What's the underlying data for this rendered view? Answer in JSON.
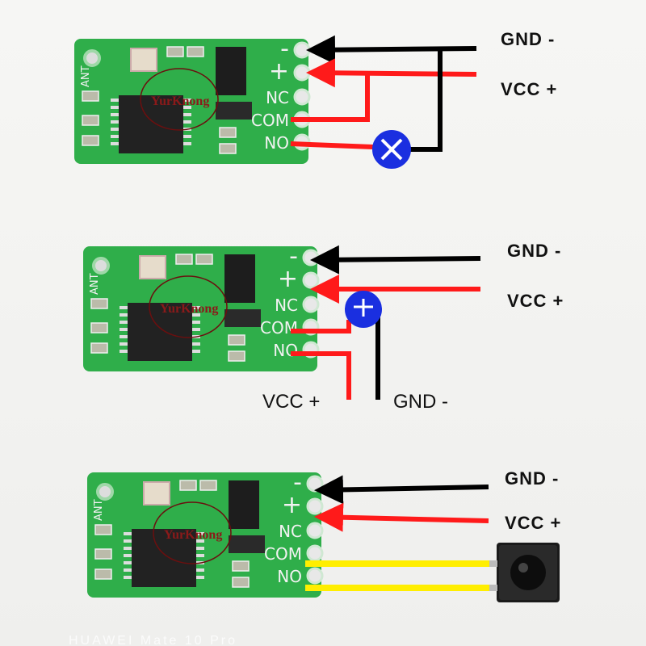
{
  "colors": {
    "board": "#2fae4a",
    "gnd_wire": "#000000",
    "vcc_wire": "#ff1a1a",
    "switch_wire": "#ffee00",
    "lamp": "#1a2fe0"
  },
  "board": {
    "ant_label": "ANT",
    "pin_labels": [
      "-",
      "+",
      "NC",
      "COM",
      "NO"
    ],
    "watermark": "YurKnong"
  },
  "diagrams": [
    {
      "gnd_label": "GND -",
      "vcc_label": "VCC +",
      "load": "lamp-icon"
    },
    {
      "gnd_label": "GND -",
      "vcc_label": "VCC +",
      "load": "lamp-icon",
      "out_vcc_label": "VCC +",
      "out_gnd_label": "GND -"
    },
    {
      "gnd_label": "GND -",
      "vcc_label": "VCC +",
      "load": "push-button-icon"
    }
  ],
  "footer_watermark": "HUAWEI Mate 10 Pro"
}
